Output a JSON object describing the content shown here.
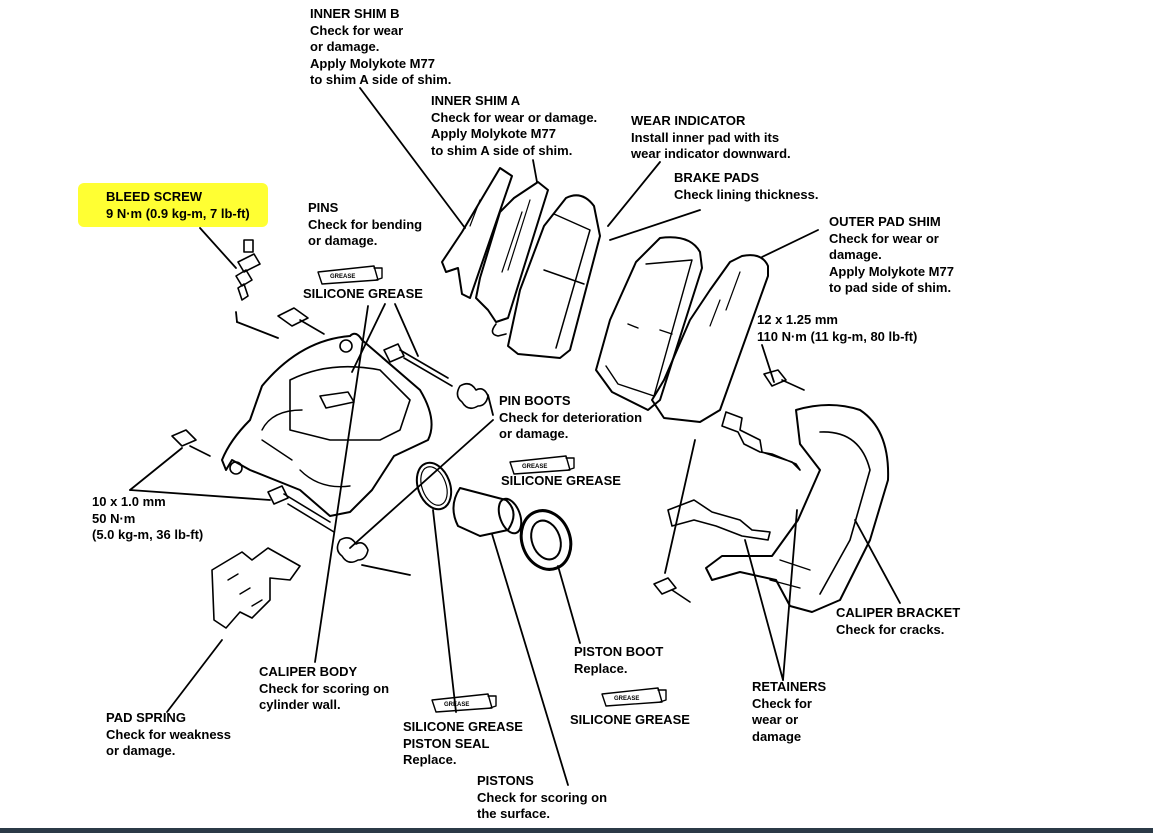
{
  "labels": {
    "bleed_screw": {
      "title": "BLEED SCREW",
      "lines": [
        "9 N·m (0.9 kg-m, 7 lb-ft)"
      ]
    },
    "inner_shim_b": {
      "title": "INNER SHIM B",
      "lines": [
        "Check for wear",
        "or damage.",
        "Apply Molykote M77",
        "to shim A side of shim."
      ]
    },
    "inner_shim_a": {
      "title": "INNER SHIM A",
      "lines": [
        "Check for wear  or damage.",
        "Apply Molykote M77",
        "to shim A side of shim."
      ]
    },
    "wear_indicator": {
      "title": "WEAR INDICATOR",
      "lines": [
        "Install inner pad with its",
        "wear indicator downward."
      ]
    },
    "brake_pads": {
      "title": "BRAKE PADS",
      "lines": [
        "Check lining thickness."
      ]
    },
    "outer_pad_shim": {
      "title": "OUTER PAD SHIM",
      "lines": [
        "Check for wear or",
        "damage.",
        "Apply Molykote M77",
        "to pad side of shim."
      ]
    },
    "pins": {
      "title": "PINS",
      "lines": [
        "Check for bending",
        "or damage."
      ]
    },
    "silicone_grease_pins": {
      "title": "SILICONE GREASE",
      "lines": []
    },
    "bolt_12mm": {
      "title": "12 x 1.25 mm",
      "lines": [
        "110 N·m  (11 kg-m, 80 lb-ft)"
      ]
    },
    "pin_boots": {
      "title": "PIN BOOTS",
      "lines": [
        "Check for deterioration",
        " or damage."
      ]
    },
    "silicone_grease_boots": {
      "title": "SILICONE GREASE",
      "lines": []
    },
    "bolt_10mm": {
      "title": "10 x 1.0 mm",
      "lines": [
        "50 N·m",
        "(5.0 kg-m, 36 lb-ft)"
      ]
    },
    "caliper_bracket": {
      "title": "CALIPER BRACKET",
      "lines": [
        "Check for cracks."
      ]
    },
    "caliper_body": {
      "title": "CALIPER BODY",
      "lines": [
        "Check for scoring on",
        "cylinder wall."
      ]
    },
    "piston_boot": {
      "title": "PISTON BOOT",
      "lines": [
        "Replace."
      ]
    },
    "retainers": {
      "title": "RETAINERS",
      "lines": [
        "Check for",
        "wear or",
        "damage"
      ]
    },
    "pad_spring": {
      "title": "PAD SPRING",
      "lines": [
        "Check for weakness",
        "or damage."
      ]
    },
    "piston_seal": {
      "title": "SILICONE GREASE",
      "lines": [
        "PISTON SEAL",
        "Replace."
      ]
    },
    "silicone_grease_piston": {
      "title": "SILICONE GREASE",
      "lines": []
    },
    "pistons": {
      "title": "PISTONS",
      "lines": [
        "Check for scoring on",
        "the surface."
      ]
    }
  },
  "grease_tube_text": "GREASE",
  "colors": {
    "highlight": "#ffff33",
    "ink": "#000000",
    "background": "#ffffff",
    "bottom_bar": "#2b3a47"
  }
}
